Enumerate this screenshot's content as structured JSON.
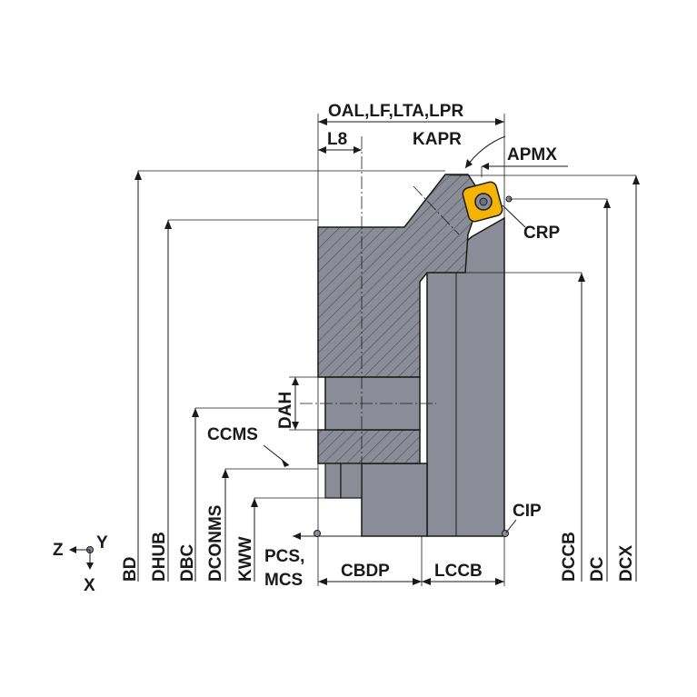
{
  "labels": {
    "oal": "OAL,LF,LTA,LPR",
    "l8": "L8",
    "kapr": "KAPR",
    "apmx": "APMX",
    "crp": "CRP",
    "dah": "DAH",
    "ccms": "CCMS",
    "cip": "CIP",
    "pcs": "PCS,",
    "mcs": "MCS",
    "cbdp": "CBDP",
    "lccb": "LCCB",
    "bd": "BD",
    "dhub": "DHUB",
    "dbc": "DBC",
    "dconms": "DCONMS",
    "kww": "KWW",
    "dccb": "DCCB",
    "dc": "DC",
    "dcx": "DCX"
  },
  "axes": {
    "z": "Z",
    "y": "Y",
    "x": "X"
  },
  "colors": {
    "body": "#8a8d98",
    "body_dark": "#6e717b",
    "hatch": "#4a4c54",
    "insert": "#f4b400",
    "outline": "#1a1a1a"
  }
}
